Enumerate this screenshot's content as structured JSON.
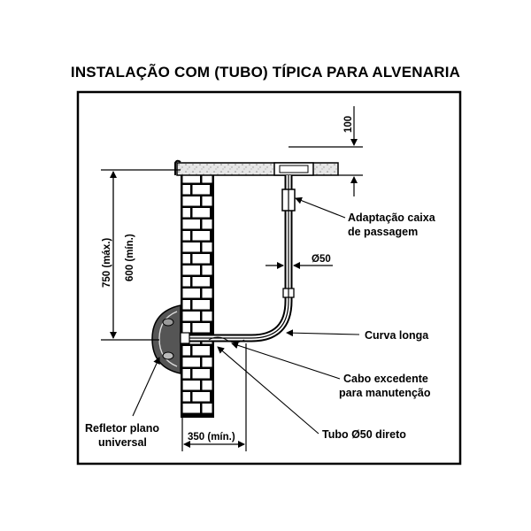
{
  "title": "INSTALAÇÃO COM (TUBO) TÍPICA PARA ALVENARIA",
  "dimensions": {
    "top": "100",
    "max_height": "750 (máx.)",
    "min_height": "600 (mín.)",
    "diameter": "Ø50",
    "min_distance": "350 (mín.)"
  },
  "callouts": {
    "adapter_line1": "Adaptação caixa",
    "adapter_line2": "de passagem",
    "long_curve": "Curva longa",
    "excess_line1": "Cabo excedente",
    "excess_line2": "para manutenção",
    "pipe": "Tubo Ø50 direto",
    "reflector_line1": "Refletor plano",
    "reflector_line2": "universal"
  }
}
